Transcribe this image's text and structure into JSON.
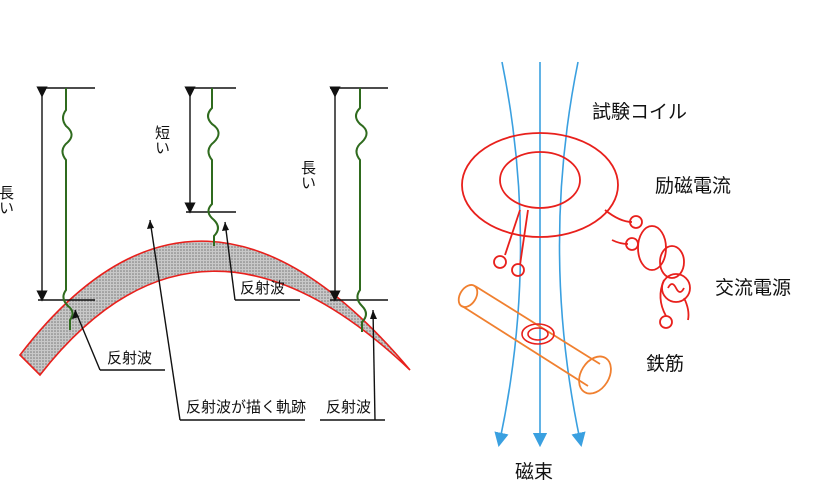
{
  "left_diagram": {
    "label_long_left": "長い",
    "label_short": "短い",
    "label_long_right": "長い",
    "label_reflect_1": "反射波",
    "label_reflect_2": "反射波",
    "label_reflect_3": "反射波",
    "label_trajectory": "反射波が描く軌跡"
  },
  "right_diagram": {
    "label_test_coil": "試験コイル",
    "label_excitation": "励磁電流",
    "label_ac_source": "交流電源",
    "label_rebar": "鉄筋",
    "label_flux": "磁束"
  },
  "colors": {
    "outline": "#e8201c",
    "wave": "#2f6b1e",
    "flux": "#3aa0e0",
    "rebar": "#f08030",
    "ink": "#111111"
  }
}
